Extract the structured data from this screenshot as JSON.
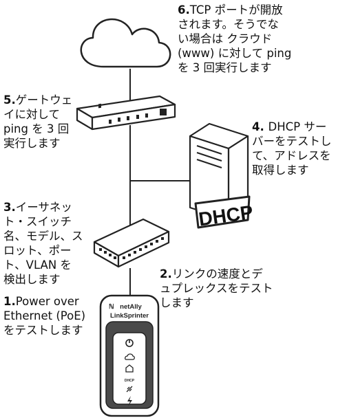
{
  "steps": [
    {
      "num": "1.",
      "lines": [
        "Power over",
        "Ethernet (PoE)",
        "をテストします"
      ]
    },
    {
      "num": "2.",
      "lines": [
        "リンクの速度とデ",
        "ュプレックスをテスト",
        "します"
      ]
    },
    {
      "num": "3.",
      "lines": [
        "イーサネッ",
        "ト・スイッチ",
        "名、モデル、ス",
        "ロット、ポー",
        "ト、VLAN を",
        "検出します"
      ]
    },
    {
      "num": "4. ",
      "lines": [
        "DHCP サー",
        "バーをテストし",
        "て、アドレスを",
        "取得します"
      ]
    },
    {
      "num": "5.",
      "lines": [
        "ゲートウェ",
        "イに対して",
        "ping を 3 回",
        "実行します"
      ]
    },
    {
      "num": "6.",
      "lines": [
        "TCP ポートが開放",
        "されます。そうでな",
        "い場合は クラウド",
        "(www) に対して ping",
        "を 3 回実行します"
      ]
    }
  ],
  "dhcp_label": "DHCP",
  "device": {
    "brand": "netAlly",
    "model": "LinkSprinter",
    "status_labels": [
      "DHCP"
    ]
  }
}
